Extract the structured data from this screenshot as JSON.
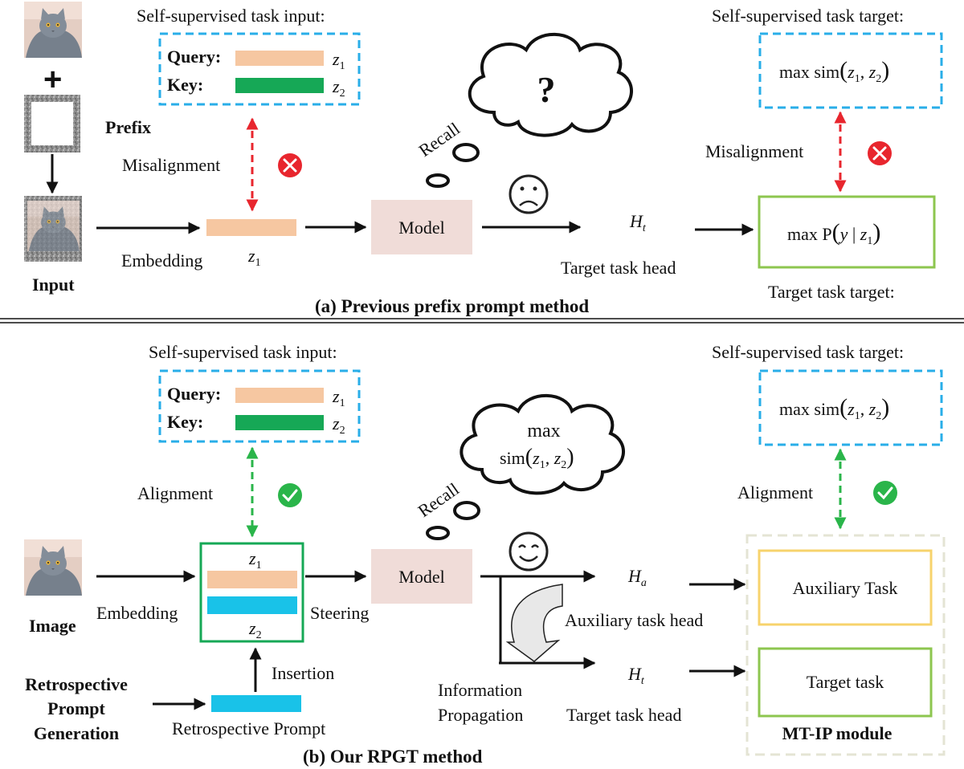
{
  "colors": {
    "blue_dashed": "#29aee8",
    "orange_bar": "#f6c7a1",
    "green_bar": "#16a856",
    "cyan_bar": "#19c2e8",
    "red": "#e8262e",
    "green": "#2ab54a",
    "green_box": "#8dc64f",
    "yellow_box": "#f7d36c",
    "model_fill": "#f0dcd8",
    "module_dash": "#e4e4d4",
    "face": "#222222"
  },
  "icons": [
    "cat-image-icon",
    "noise-prefix-icon",
    "noisy-cat-icon",
    "thought-cloud-icon",
    "sad-face-icon",
    "smile-face-icon",
    "red-x-icon",
    "green-check-icon",
    "curved-arrow-icon"
  ],
  "top": {
    "ssl_input_title": "Self-supervised task input:",
    "query_label": "Query:",
    "key_label": "Key:",
    "z1": "z",
    "z1_sub": "1",
    "z2": "z",
    "z2_sub": "2",
    "plus": "+",
    "prefix_label": "Prefix",
    "misalignment_left": "Misalignment",
    "recall": "Recall",
    "cloud_text": "?",
    "model": "Model",
    "embedding": "Embedding",
    "input_label": "Input",
    "head_symbol": "H",
    "head_sub": "t",
    "target_task_head": "Target task head",
    "ssl_target_title": "Self-supervised task target:",
    "sim_text": "max sim",
    "misalignment_right": "Misalignment",
    "target_box_text": "max P",
    "target_task_target": "Target task target:",
    "caption": "(a)  Previous prefix prompt method"
  },
  "bottom": {
    "ssl_input_title": "Self-supervised task input:",
    "query_label": "Query:",
    "key_label": "Key:",
    "alignment_left": "Alignment",
    "recall": "Recall",
    "cloud_max": "max",
    "cloud_sim": "sim",
    "model": "Model",
    "image_label": "Image",
    "embedding": "Embedding",
    "steering": "Steering",
    "insertion": "Insertion",
    "rpg_line1": "Retrospective",
    "rpg_line2": "Prompt",
    "rpg_line3": "Generation",
    "retro_prompt": "Retrospective Prompt",
    "info_line1": "Information",
    "info_line2": "Propagation",
    "ha_symbol": "H",
    "ha_sub": "a",
    "aux_head": "Auxiliary task head",
    "ht_symbol": "H",
    "ht_sub": "t",
    "target_head": "Target task head",
    "ssl_target_title": "Self-supervised task target:",
    "sim_text": "max sim",
    "alignment_right": "Alignment",
    "aux_task": "Auxiliary Task",
    "target_task": "Target task",
    "module_label": "MT-IP module",
    "caption": "(b)  Our RPGT method"
  }
}
